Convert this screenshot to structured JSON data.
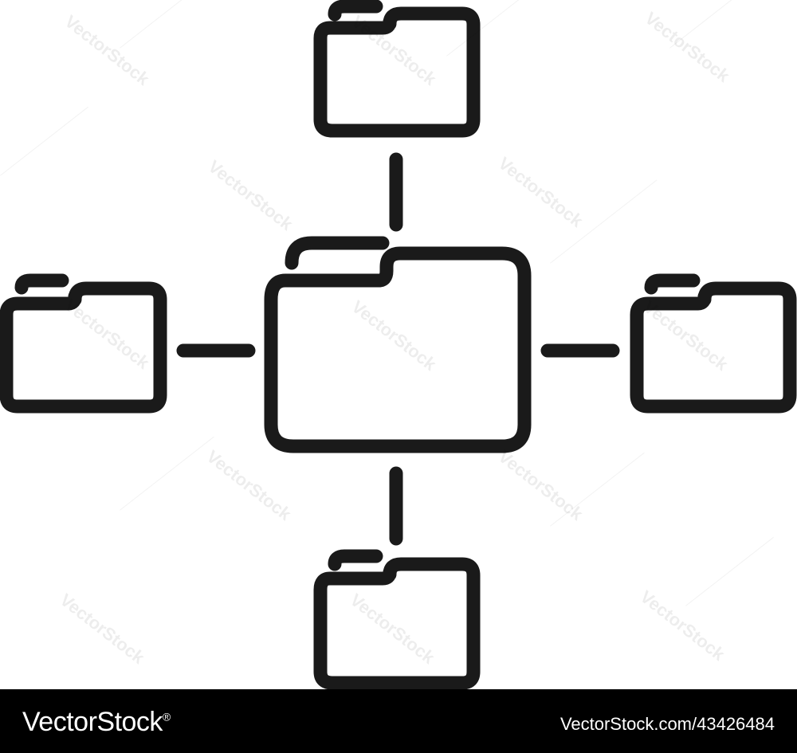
{
  "watermark": {
    "text": "VectorStock"
  },
  "footer": {
    "brand": "VectorStock",
    "registered_mark": "®",
    "image_ref": "VectorStock.com/43426484"
  },
  "icon": {
    "name": "folder-network-icon",
    "stroke_color": "#1a1a1a",
    "folders": [
      "center",
      "top",
      "left",
      "right",
      "bottom"
    ]
  },
  "colors": {
    "background": "#ffffff",
    "footer": "#000000",
    "footer_text": "#ffffff"
  }
}
